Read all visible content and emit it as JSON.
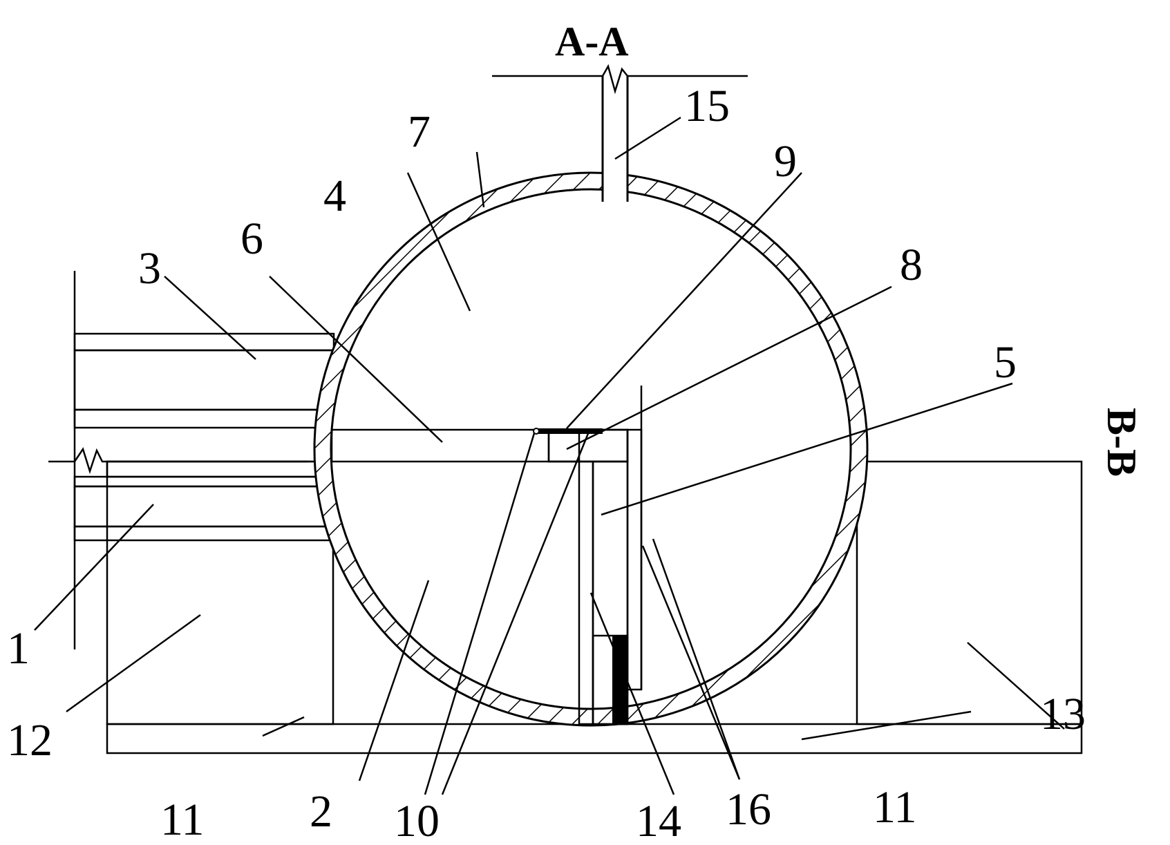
{
  "section_labels": {
    "top": "A-A",
    "right": "B-B"
  },
  "part_labels": {
    "p1": "1",
    "p2": "2",
    "p3": "3",
    "p4": "4",
    "p5": "5",
    "p6": "6",
    "p7": "7",
    "p8": "8",
    "p9": "9",
    "p10": "10",
    "p11_left": "11",
    "p11_right": "11",
    "p12": "12",
    "p13": "13",
    "p14": "14",
    "p15": "15",
    "p16": "16"
  }
}
